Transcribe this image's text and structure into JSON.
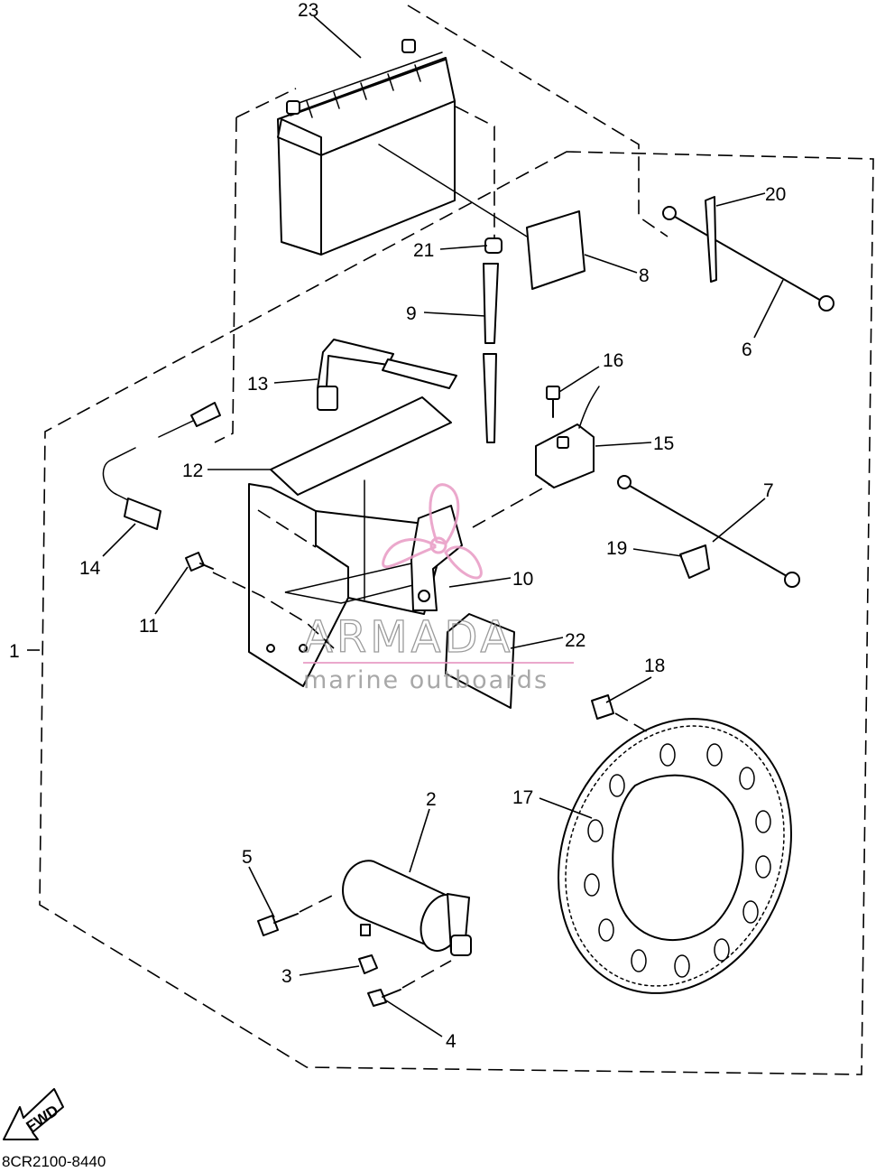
{
  "diagram_code": "8CR2100-8440",
  "direction_label": "FWD",
  "watermark": {
    "brand": "ARMADA",
    "tagline": "marine outboards",
    "logo_color": "#e89ac4"
  },
  "callouts": [
    "1",
    "2",
    "3",
    "4",
    "5",
    "6",
    "7",
    "8",
    "9",
    "10",
    "11",
    "12",
    "13",
    "14",
    "15",
    "16",
    "17",
    "18",
    "19",
    "20",
    "21",
    "22",
    "23"
  ]
}
